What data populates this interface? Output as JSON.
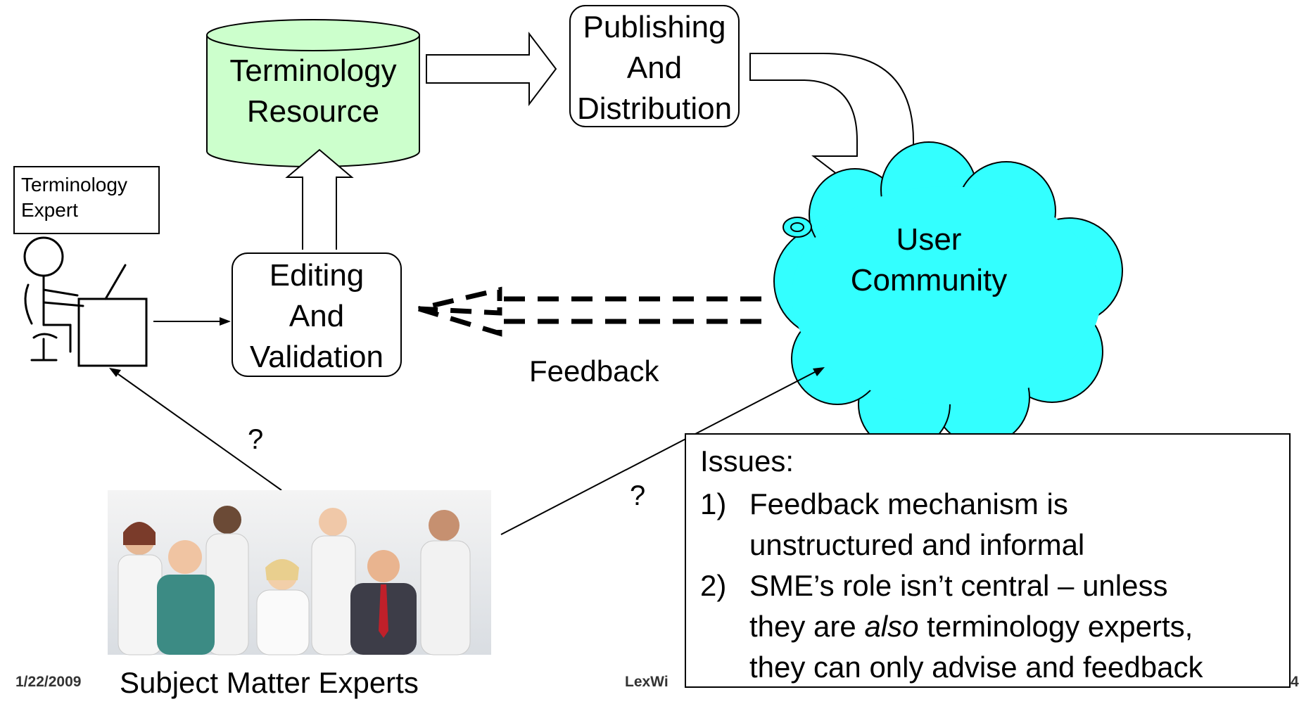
{
  "diagram": {
    "terminology_resource": "Terminology Resource",
    "publishing": [
      "Publishing",
      "And",
      "Distribution"
    ],
    "editing": [
      "Editing",
      "And",
      "Validation"
    ],
    "terminology_expert": [
      "Terminology",
      "Expert"
    ],
    "user_community": [
      "User",
      "Community"
    ],
    "feedback_label": "Feedback",
    "question_left": "?",
    "question_right": "?",
    "subject_matter_experts": "Subject Matter Experts"
  },
  "issues": {
    "heading": "Issues:",
    "items": [
      {
        "num": "1)",
        "lines": [
          "Feedback mechanism is",
          "unstructured and informal"
        ]
      },
      {
        "num": "2)",
        "pre": "SME’s role isn’t central – unless",
        "line2_pre": "they are ",
        "line2_em": "also",
        "line2_post": " terminology experts,",
        "line3": "they can only advise and feedback"
      }
    ]
  },
  "footer": {
    "date": "1/22/2009",
    "title_partial": "LexWi",
    "page_partial": "4"
  },
  "colors": {
    "resource_fill": "#ccffcc",
    "cloud_fill": "#33ffff",
    "outline": "#000000"
  }
}
